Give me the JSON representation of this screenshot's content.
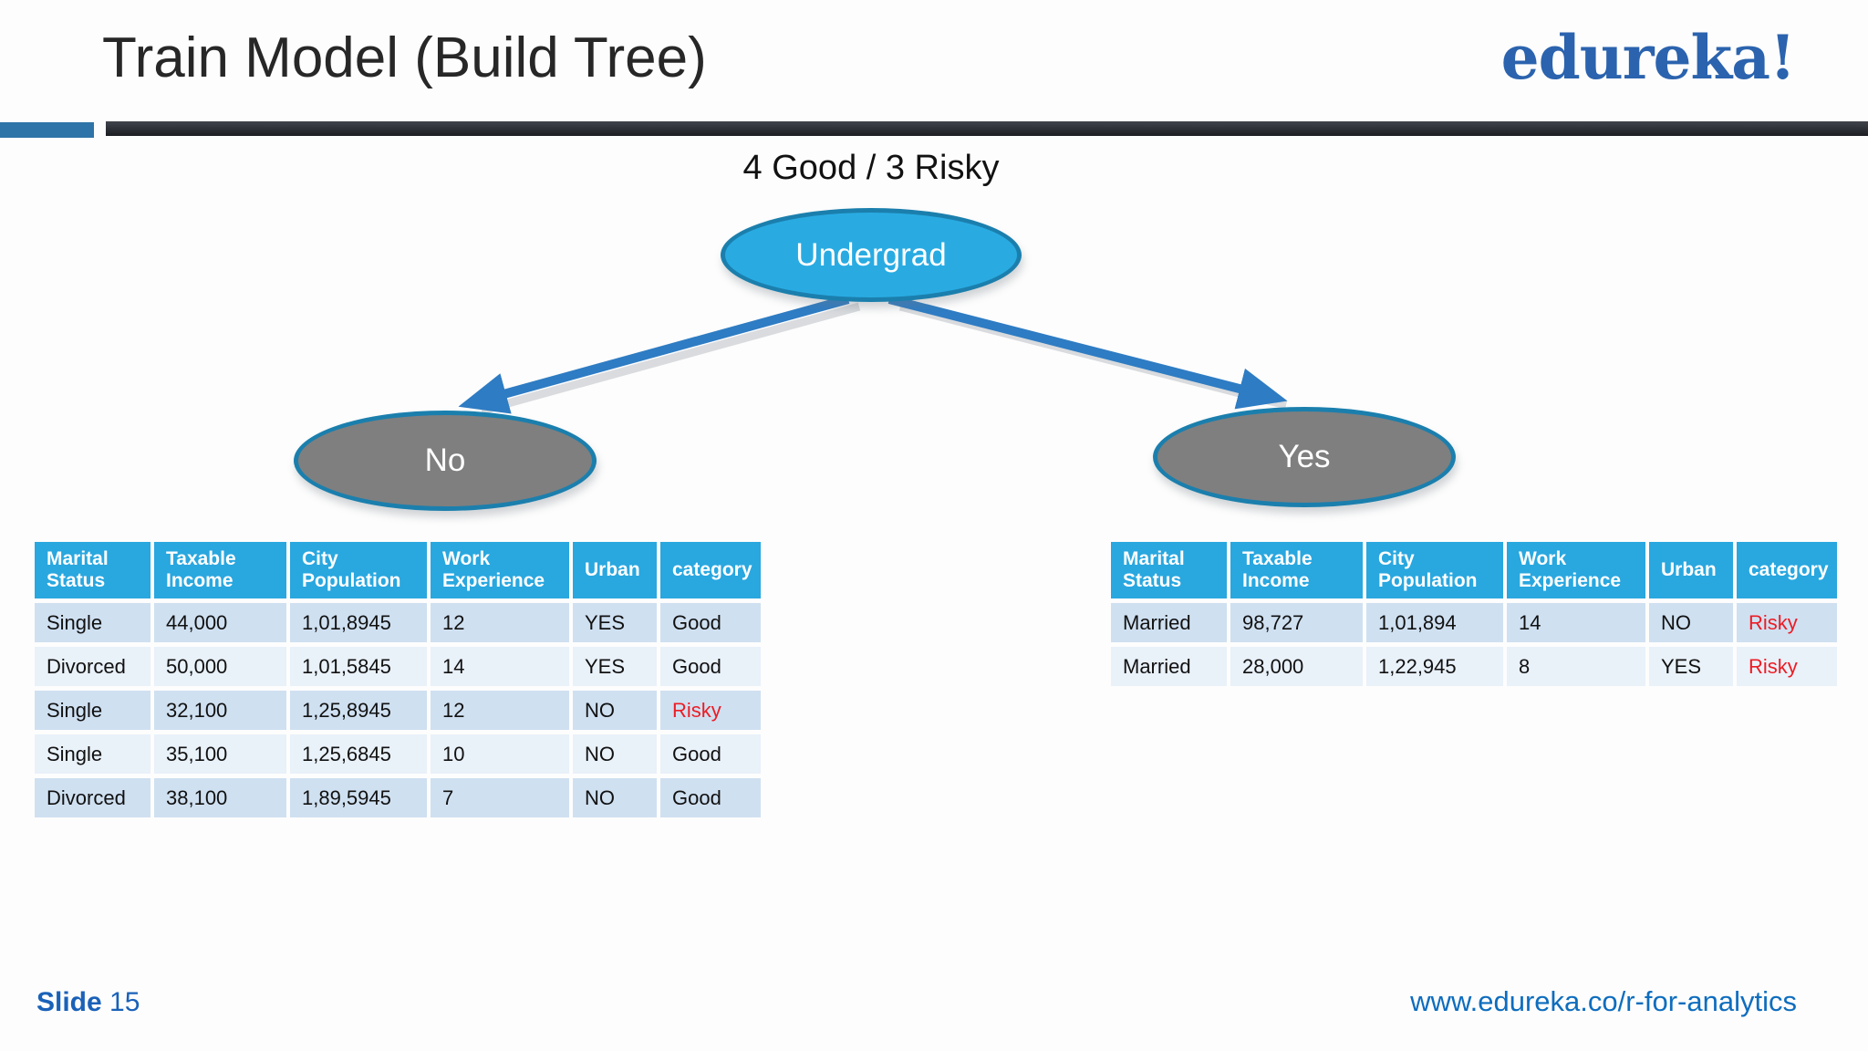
{
  "title": "Train Model (Build Tree)",
  "logo_text": "edureka!",
  "annotation": "4 Good / 3 Risky",
  "tree": {
    "root_label": "Undergrad",
    "no_label": "No",
    "yes_label": "Yes"
  },
  "table_headers": [
    "Marital Status",
    "Taxable Income",
    "City Population",
    "Work Experience",
    "Urban",
    "category"
  ],
  "left_table_rows": [
    [
      "Single",
      "44,000",
      "1,01,8945",
      "12",
      "YES",
      "Good"
    ],
    [
      "Divorced",
      "50,000",
      "1,01,5845",
      "14",
      "YES",
      "Good"
    ],
    [
      "Single",
      "32,100",
      "1,25,8945",
      "12",
      "NO",
      "Risky"
    ],
    [
      "Single",
      "35,100",
      "1,25,6845",
      "10",
      "NO",
      "Good"
    ],
    [
      "Divorced",
      "38,100",
      "1,89,5945",
      "7",
      "NO",
      "Good"
    ]
  ],
  "right_table_rows": [
    [
      "Married",
      "98,727",
      "1,01,894",
      "14",
      "NO",
      "Risky"
    ],
    [
      "Married",
      "28,000",
      "1,22,945",
      "8",
      "YES",
      "Risky"
    ]
  ],
  "footer": {
    "slide_label": "Slide",
    "slide_number": "15",
    "url": "www.edureka.co/r-for-analytics"
  },
  "colors": {
    "header_bg": "#29a7df",
    "node_blue_fill": "#29abe2",
    "node_gray_fill": "#7f7f7f",
    "node_border": "#1b7fad",
    "arrow_blue": "#2e7cc3",
    "risky_text": "#ed1c24",
    "row_odd": "#cfe0f1",
    "row_even": "#e9f1f9",
    "accent_bar_blue": "#2e74a8",
    "divider_bar_dark": "#25272d",
    "footer_blue": "#1a61b8",
    "url_blue": "#0e6dbe",
    "logo_blue": "#2b63ae"
  }
}
